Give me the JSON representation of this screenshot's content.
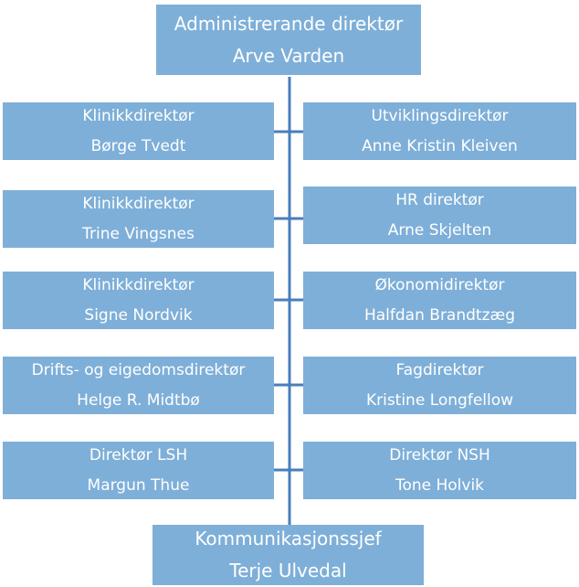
{
  "top": {
    "title": "Administrerande direktør",
    "name": "Arve Varden"
  },
  "bottom": {
    "title": "Kommunikasjonssjef",
    "name": "Terje Ulvedal"
  },
  "left": [
    {
      "title": "Klinikkdirektør",
      "name": "Børge Tvedt"
    },
    {
      "title": "Klinikkdirektør",
      "name": "Trine Vingsnes"
    },
    {
      "title": "Klinikkdirektør",
      "name": "Signe Nordvik"
    },
    {
      "title": "Drifts- og eigedomsdirektør",
      "name": "Helge R. Midtbø"
    },
    {
      "title": "Direktør LSH",
      "name": "Margun Thue"
    }
  ],
  "right": [
    {
      "title": "Utviklingsdirektør",
      "name": "Anne Kristin Kleiven"
    },
    {
      "title": "HR direktør",
      "name": "Arne Skjelten"
    },
    {
      "title": "Økonomidirektør",
      "name": "Halfdan Brandtzæg"
    },
    {
      "title": "Fagdirektør",
      "name": "Kristine Longfellow"
    },
    {
      "title": "Direktør NSH",
      "name": "Tone Holvik"
    }
  ],
  "colors": {
    "box_fill": "#7eafd8",
    "connector": "#4a7ebb",
    "text": "#ffffff"
  }
}
